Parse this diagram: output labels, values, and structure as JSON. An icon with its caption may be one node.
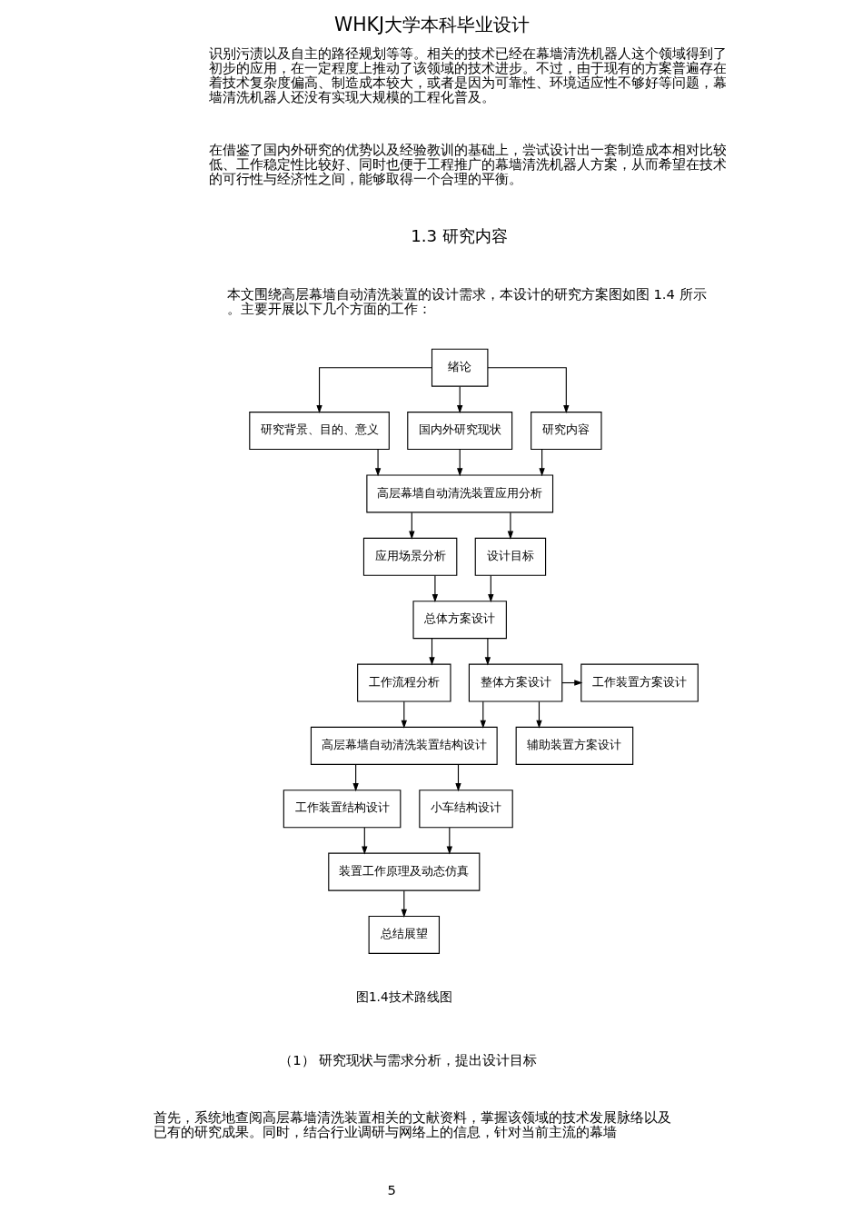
{
  "diagram": {
    "title": "WHKJ大学本科毕业设计",
    "caption": "图1.4技术路线图",
    "nodes": [
      {
        "text": [
          "绪论"
        ]
      },
      {
        "text": [
          "研究背景、目的、意义"
        ]
      },
      {
        "text": [
          "国内外研究现状"
        ]
      },
      {
        "text": [
          "研究内容"
        ]
      },
      {
        "text": [
          "高层幕墙自动清洗装置应用分析"
        ]
      },
      {
        "text": [
          "应用场景分析"
        ]
      },
      {
        "text": [
          "设计目标"
        ]
      },
      {
        "text": [
          "总体方案设计"
        ]
      },
      {
        "text": [
          "工作流程分析"
        ]
      },
      {
        "text": [
          "整体方案设计"
        ]
      },
      {
        "text": [
          "工作装置方案设计"
        ]
      },
      {
        "text": [
          "辅助装置方案设计"
        ]
      },
      {
        "text": [
          "高层幕墙自动清洗装置结构设计"
        ]
      },
      {
        "text": [
          "工作装置结构设计"
        ]
      },
      {
        "text": [
          "小车结构设计"
        ]
      },
      {
        "text": [
          "装置工作原理及动态仿真"
        ]
      },
      {
        "text": [
          "总结展望"
        ]
      }
    ],
    "edges": [
      {
        "from": 0,
        "to": 1,
        "arrow": "to"
      },
      {
        "from": 0,
        "to": 2,
        "arrow": "to"
      },
      {
        "from": 0,
        "to": 3,
        "arrow": "to"
      },
      {
        "from": 1,
        "to": 4,
        "arrow": "to"
      },
      {
        "from": 2,
        "to": 4,
        "arrow": "to"
      },
      {
        "from": 3,
        "to": 4,
        "arrow": "to"
      },
      {
        "from": 4,
        "to": 5,
        "arrow": "to"
      },
      {
        "from": 4,
        "to": 6,
        "arrow": "to"
      },
      {
        "from": 5,
        "to": 7,
        "arrow": "to"
      },
      {
        "from": 6,
        "to": 7,
        "arrow": "to"
      },
      {
        "from": 7,
        "to": 8,
        "arrow": "to"
      },
      {
        "from": 7,
        "to": 9,
        "arrow": "to"
      },
      {
        "from": 9,
        "to": 10,
        "arrow": "to"
      },
      {
        "from": 9,
        "to": 11,
        "arrow": "to"
      },
      {
        "from": 8,
        "to": 12,
        "arrow": "to"
      },
      {
        "from": 9,
        "to": 12,
        "arrow": "to"
      },
      {
        "from": 12,
        "to": 13,
        "arrow": "to"
      },
      {
        "from": 12,
        "to": 14,
        "arrow": "to"
      },
      {
        "from": 13,
        "to": 15,
        "arrow": "to"
      },
      {
        "from": 14,
        "to": 15,
        "arrow": "to"
      },
      {
        "from": 15,
        "to": 16,
        "arrow": "to"
      }
    ],
    "labels": [
      "识别污渍以及自主的路径规划等等。相关的技术已经在幕墙清洗机器人这个领域得到了初步的应用，在一定程度上推动了该领域的技术进步。不过，由于现有的方案普遍存在着技术复杂度偏高、制造成本较大，或者是因为可靠性、环境适应性不够好等问题，幕墙清洗机器人还没有实现大规模的工程化普及。",
      "在借鉴了国内外研究的优势以及经验教训的基础上，尝试设计出一套制造成本相对比较低、工作稳定性比较好、同时也便于工程推广的幕墙清洗机器人方案，从而希望在技术的可行性与经济性之间，能够取得一个合理的平衡。",
      "1.3 研究内容",
      "本文围绕高层幕墙自动清洗装置的设计需求，本设计的研究方案图如图 1.4 所示。主要开展以下几个方面的工作：",
      "（1） 研究现状与需求分析，提出设计目标",
      "首先，系统地查阅高层幕墙清洗装置相关的文献资料，掌握该领域的技术发展脉络以及已有的研究成果。同时，结合行业调研与网络上的信息，针对当前主流的幕墙",
      "5"
    ]
  }
}
